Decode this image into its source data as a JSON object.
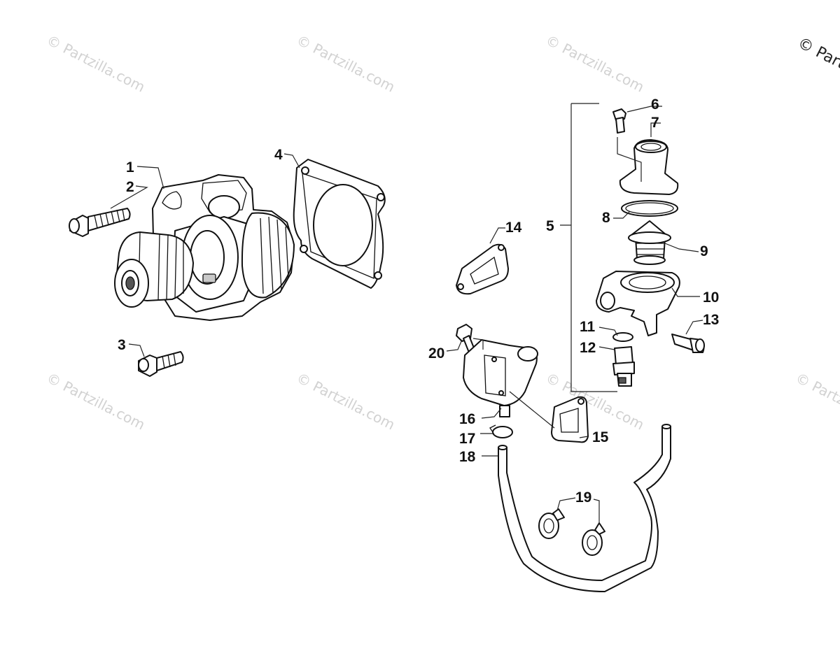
{
  "watermark": {
    "text": "© Partzilla.com",
    "corner_text": "© Part"
  },
  "callouts": [
    {
      "id": "1",
      "label": "1"
    },
    {
      "id": "2",
      "label": "2"
    },
    {
      "id": "3",
      "label": "3"
    },
    {
      "id": "4",
      "label": "4"
    },
    {
      "id": "5",
      "label": "5"
    },
    {
      "id": "6",
      "label": "6"
    },
    {
      "id": "7",
      "label": "7"
    },
    {
      "id": "8",
      "label": "8"
    },
    {
      "id": "9",
      "label": "9"
    },
    {
      "id": "10",
      "label": "10"
    },
    {
      "id": "11",
      "label": "11"
    },
    {
      "id": "12",
      "label": "12"
    },
    {
      "id": "13",
      "label": "13"
    },
    {
      "id": "14",
      "label": "14"
    },
    {
      "id": "15",
      "label": "15"
    },
    {
      "id": "16",
      "label": "16"
    },
    {
      "id": "17",
      "label": "17"
    },
    {
      "id": "18",
      "label": "18"
    },
    {
      "id": "19",
      "label": "19"
    },
    {
      "id": "20",
      "label": "20"
    }
  ]
}
